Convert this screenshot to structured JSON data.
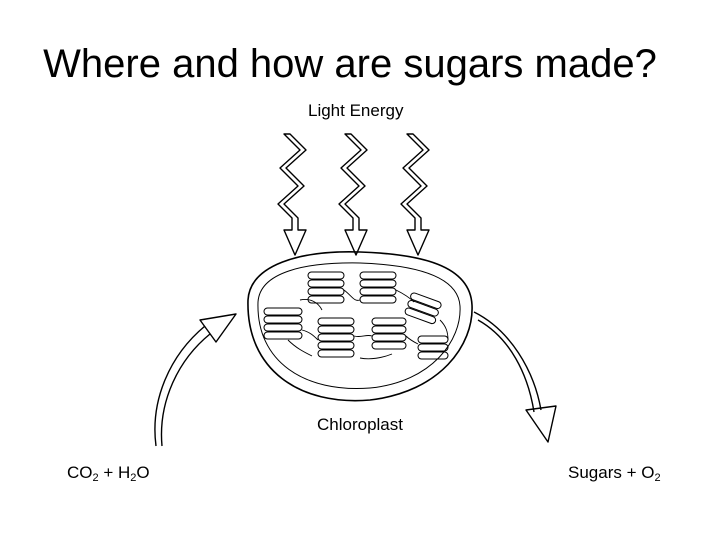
{
  "title": "Where and how are sugars made?",
  "diagram": {
    "light_label": "Light Energy",
    "organelle_label": "Chloroplast",
    "reactants": {
      "co": "CO",
      "co_sub": "2",
      "plus": " + ",
      "h": "H",
      "h_sub": "2",
      "o": "O"
    },
    "products": {
      "sugars": "Sugars + O",
      "o_sub": "2"
    },
    "light_arrow_count": 3
  }
}
